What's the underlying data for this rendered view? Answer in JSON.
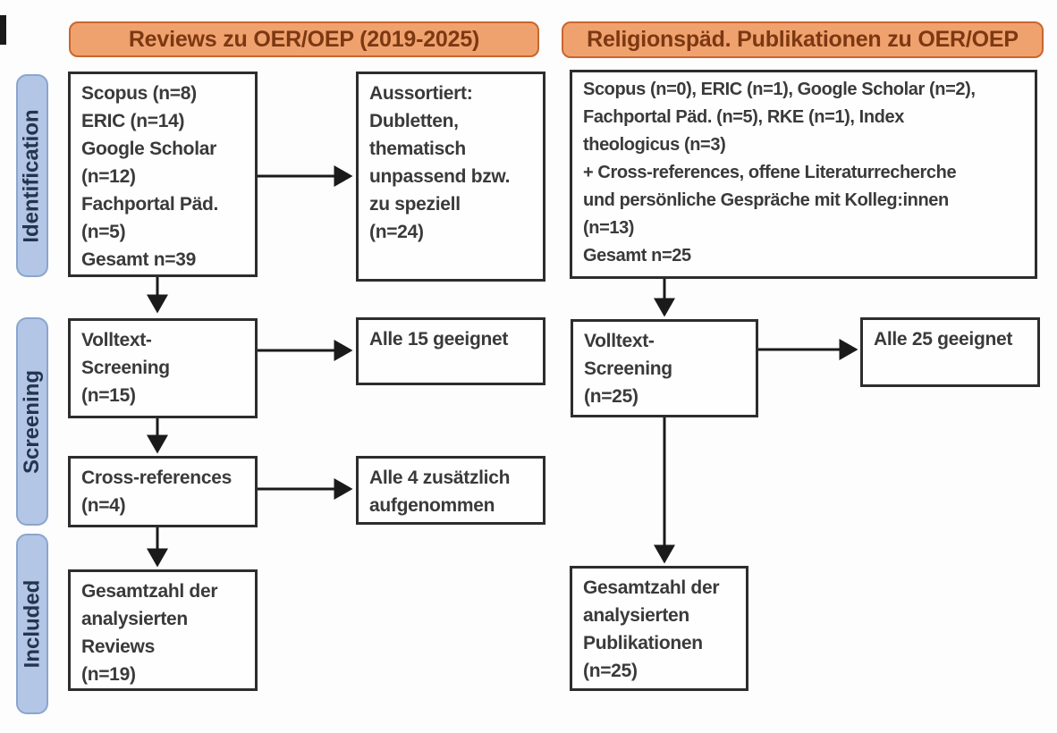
{
  "headers": {
    "left": "Reviews zu OER/OEP (2019-2025)",
    "right": "Religionspäd. Publikationen zu OER/OEP"
  },
  "sidebar": {
    "stages": {
      "identification": "Identification",
      "screening": "Screening",
      "included": "Included"
    }
  },
  "boxes": {
    "left_sources": "Scopus (n=8)\nERIC (n=14)\nGoogle Scholar\n(n=12)\nFachportal Päd.\n(n=5)\nGesamt n=39",
    "left_excluded": "Aussortiert:\nDubletten,\nthematisch\nunpassend bzw.\nzu speziell\n(n=24)",
    "left_fulltext": "Volltext-\nScreening\n(n=15)",
    "left_eligible": "Alle 15 geeignet",
    "left_crossref": "Cross-references\n(n=4)",
    "left_added": "Alle 4 zusätzlich\naufgenommen",
    "left_total": "Gesamtzahl der\nanalysierten\nReviews\n(n=19)",
    "right_sources": "Scopus (n=0), ERIC (n=1), Google Scholar (n=2),\nFachportal Päd. (n=5), RKE (n=1), Index\ntheologicus (n=3)\n+ Cross-references, offene Literaturrecherche\nund persönliche Gespräche mit Kolleg:innen\n(n=13)\nGesamt n=25",
    "right_fulltext": "Volltext-\nScreening\n(n=25)",
    "right_eligible": "Alle 25 geeignet",
    "right_total": "Gesamtzahl der\nanalysierten\nPublikationen\n(n=25)"
  },
  "colors": {
    "header_fill": "#f0a26e",
    "header_border": "#c9662f",
    "header_text": "#7c3812",
    "pill_fill": "#b3c6e6",
    "pill_border": "#8aa5ce",
    "pill_text": "#23344f",
    "box_border": "#2d2d2d",
    "box_text": "#3a3a3a",
    "arrow": "#1a1a1a"
  }
}
